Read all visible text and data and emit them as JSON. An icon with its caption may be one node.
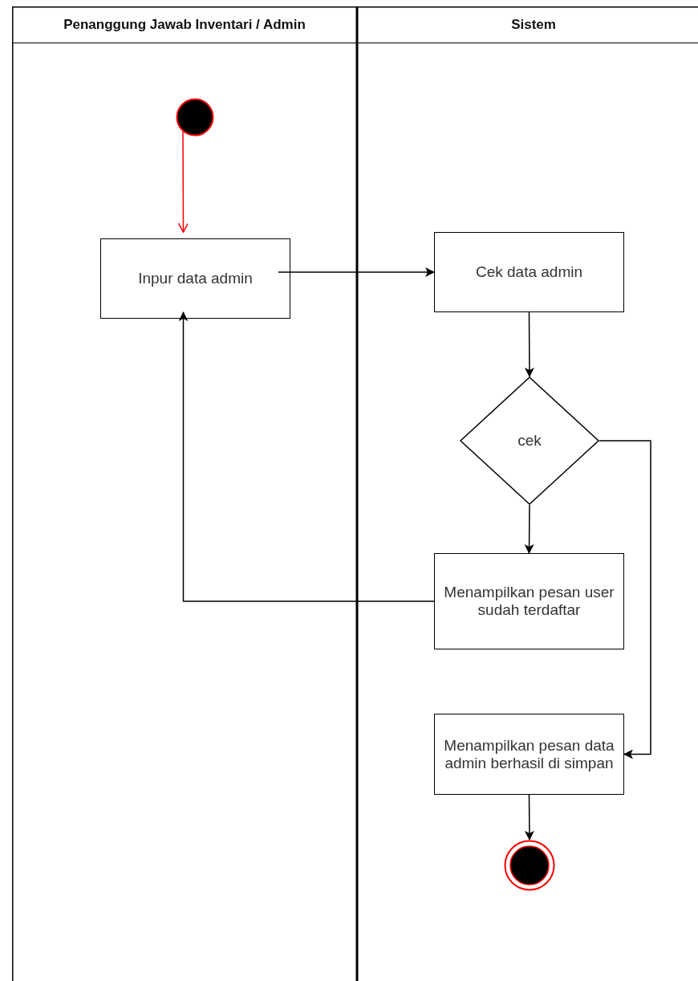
{
  "diagram": {
    "nodes": [
      {
        "text": [
          "Penanggung Jawab Inventari / Admin"
        ]
      },
      {
        "text": [
          "Sistem"
        ]
      },
      {
        "text": [],
        "shape": "circle",
        "in": 0
      },
      {
        "text": [
          "Inpur data admin"
        ],
        "in": 0
      },
      {
        "text": [
          "Cek data admin"
        ],
        "in": 1
      },
      {
        "text": [
          "cek"
        ],
        "in": 1
      },
      {
        "text": [
          "Menampilkan pesan user sudah terdaftar"
        ],
        "in": 1
      },
      {
        "text": [
          "Menampilkan pesan data admin berhasil di simpan"
        ],
        "in": 1
      },
      {
        "text": [],
        "shape": "circle",
        "in": 1
      }
    ],
    "edges": [
      {
        "from": 2,
        "to": 3,
        "arrow": "to",
        "color": "#ff0000"
      },
      {
        "from": 3,
        "to": 4,
        "arrow": "to"
      },
      {
        "from": 4,
        "to": 5,
        "arrow": "to"
      },
      {
        "from": 5,
        "to": 6,
        "arrow": "to"
      },
      {
        "from": 6,
        "to": 3,
        "arrow": "to"
      },
      {
        "from": 5,
        "to": 7,
        "arrow": "to"
      },
      {
        "from": 7,
        "to": 8,
        "arrow": "to"
      }
    ]
  }
}
